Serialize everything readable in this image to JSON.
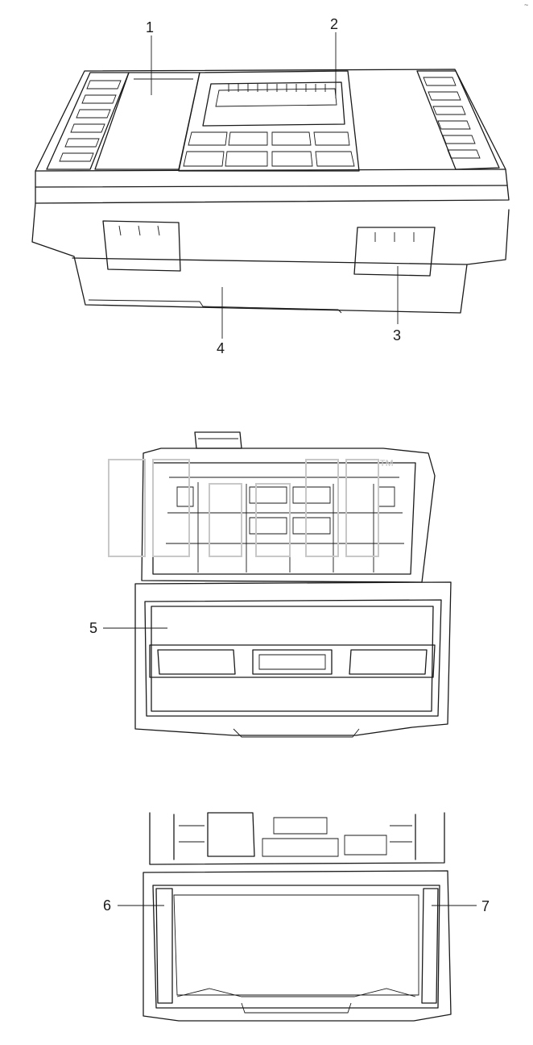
{
  "diagram": {
    "corner_mark": "~",
    "watermark": {
      "trademark": "™"
    },
    "callouts": [
      {
        "id": "1",
        "label": "1"
      },
      {
        "id": "2",
        "label": "2"
      },
      {
        "id": "3",
        "label": "3"
      },
      {
        "id": "4",
        "label": "4"
      },
      {
        "id": "5",
        "label": "5"
      },
      {
        "id": "6",
        "label": "6"
      },
      {
        "id": "7",
        "label": "7"
      }
    ]
  }
}
